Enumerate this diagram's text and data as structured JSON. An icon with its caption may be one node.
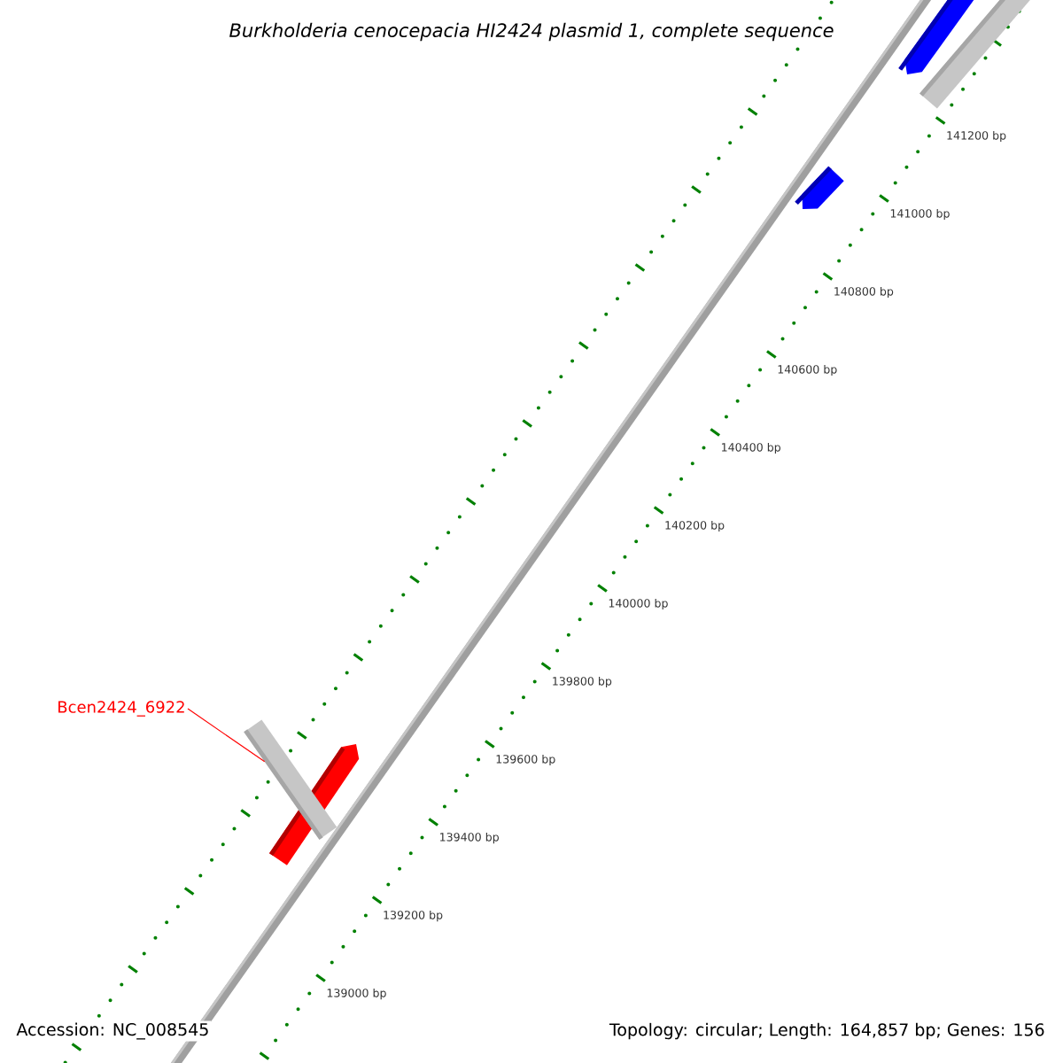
{
  "diagram": {
    "title": "Burkholderia cenocepacia HI2424 plasmid 1, complete sequence",
    "nodes": [
      {
        "text": [
          "Bcen2424_6922"
        ]
      },
      {
        "text": [],
        "shape": "bar"
      }
    ],
    "edges": [
      {
        "from": 0,
        "to": 1,
        "arrow": "none",
        "color": "#ff0000"
      }
    ],
    "labels": [
      "141200 bp",
      "141000 bp",
      "140800 bp",
      "140600 bp",
      "140400 bp",
      "140200 bp",
      "140000 bp",
      "139800 bp",
      "139600 bp",
      "139400 bp",
      "139200 bp",
      "139000 bp",
      "Accession: NC_008545",
      "Topology: circular; Length: 164,857 bp; Genes: 156"
    ]
  }
}
